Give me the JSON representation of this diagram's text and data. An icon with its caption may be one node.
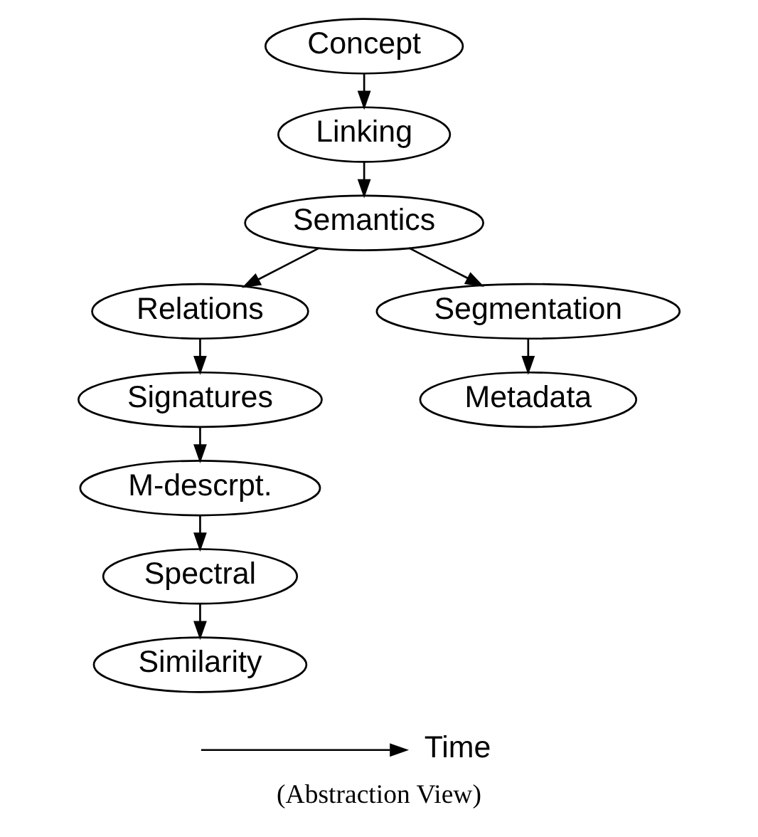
{
  "diagram": {
    "caption": "(Abstraction View)",
    "nodes": [
      {
        "text": [
          "Concept"
        ]
      },
      {
        "text": [
          "Linking"
        ]
      },
      {
        "text": [
          "Semantics"
        ]
      },
      {
        "text": [
          "Relations"
        ]
      },
      {
        "text": [
          "Signatures"
        ]
      },
      {
        "text": [
          "M-descrpt."
        ]
      },
      {
        "text": [
          "Spectral"
        ]
      },
      {
        "text": [
          "Similarity"
        ]
      },
      {
        "text": [
          "Segmentation"
        ]
      },
      {
        "text": [
          "Metadata"
        ]
      },
      {
        "text": [
          "Time"
        ]
      }
    ],
    "edges": [
      {
        "from": 0,
        "to": 1,
        "arrow": "to"
      },
      {
        "from": 1,
        "to": 2,
        "arrow": "to"
      },
      {
        "from": 2,
        "to": 3,
        "arrow": "to"
      },
      {
        "from": 2,
        "to": 8,
        "arrow": "to"
      },
      {
        "from": 3,
        "to": 4,
        "arrow": "to"
      },
      {
        "from": 4,
        "to": 5,
        "arrow": "to"
      },
      {
        "from": 5,
        "to": 6,
        "arrow": "to"
      },
      {
        "from": 6,
        "to": 7,
        "arrow": "to"
      },
      {
        "from": 8,
        "to": 9,
        "arrow": "to"
      },
      {
        "from": null,
        "to": 10,
        "arrow": "to"
      }
    ]
  }
}
